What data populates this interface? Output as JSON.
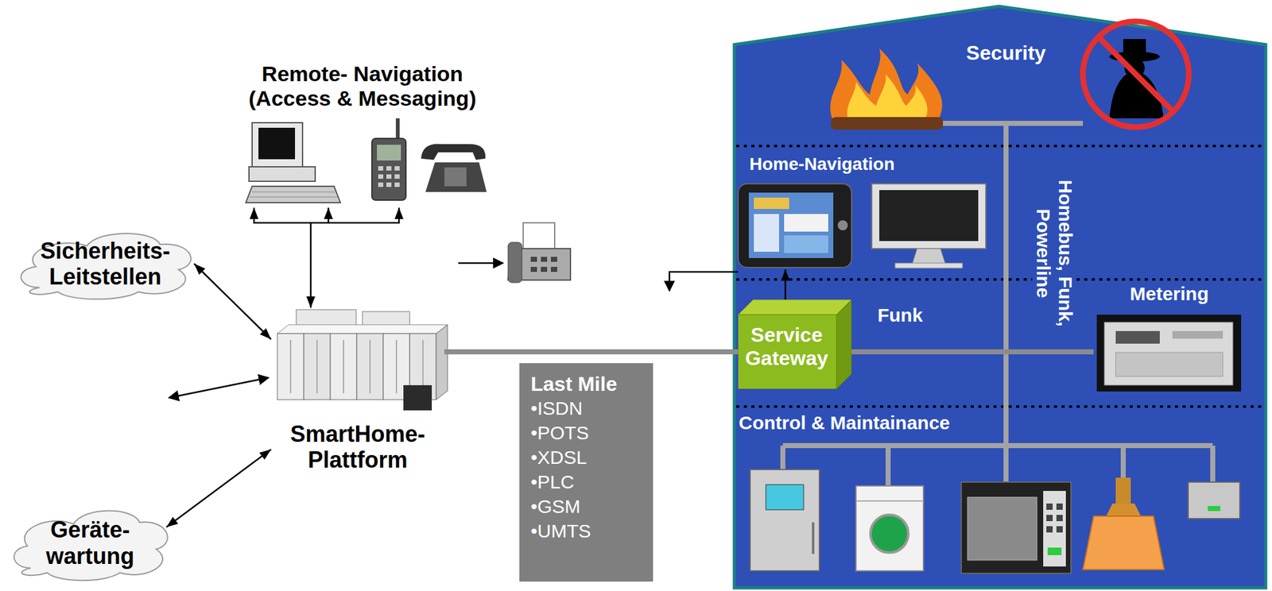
{
  "diagram": {
    "nodes": [
      {
        "text": [
          "Remote- Navigation (Access & Messaging)"
        ]
      },
      {
        "text": [
          "Sicherheits- Leitstellen"
        ]
      },
      {
        "text": [
          "SmartHome- Plattform"
        ]
      },
      {
        "text": [
          "Geräte- wartung"
        ]
      },
      {
        "text": [
          "Last Mile",
          "•ISDN",
          "•POTS",
          "•XDSL",
          "•PLC",
          "•GSM",
          "•UMTS"
        ]
      },
      {
        "text": [
          "Home-Navigation"
        ]
      },
      {
        "text": [
          "Service Gateway"
        ]
      },
      {
        "text": [
          "Metering"
        ]
      }
    ],
    "edges": [
      {
        "from": 0,
        "to": 2,
        "arrow": "both"
      },
      {
        "from": 1,
        "to": 2,
        "arrow": "both"
      },
      {
        "from": 3,
        "to": 2,
        "arrow": "both"
      },
      {
        "from": 2,
        "to": 6,
        "arrow": "none"
      },
      {
        "from": 6,
        "to": 5,
        "arrow": "to"
      },
      {
        "from": 6,
        "to": 7,
        "arrow": "none"
      }
    ],
    "labels": [
      "Security",
      "Homebus, Funk, Powerline",
      "Funk",
      "Control & Maintainance"
    ]
  }
}
